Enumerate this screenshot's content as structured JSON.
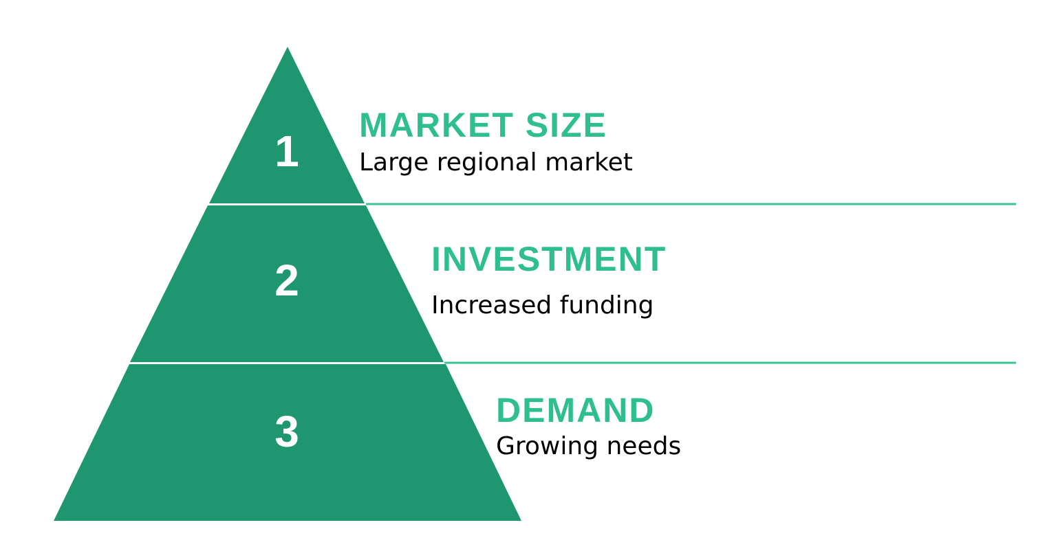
{
  "colors": {
    "pyramid_fill": "#1e9670",
    "heading_text": "#2fbf8e",
    "divider_line": "#3cc196",
    "sub_text": "#000000",
    "number_text": "#ffffff"
  },
  "tiers": [
    {
      "number": "1",
      "heading": "MARKET SIZE",
      "subtext": "Large regional market"
    },
    {
      "number": "2",
      "heading": "INVESTMENT",
      "subtext": "Increased funding"
    },
    {
      "number": "3",
      "heading": "DEMAND",
      "subtext": "Growing needs"
    }
  ]
}
